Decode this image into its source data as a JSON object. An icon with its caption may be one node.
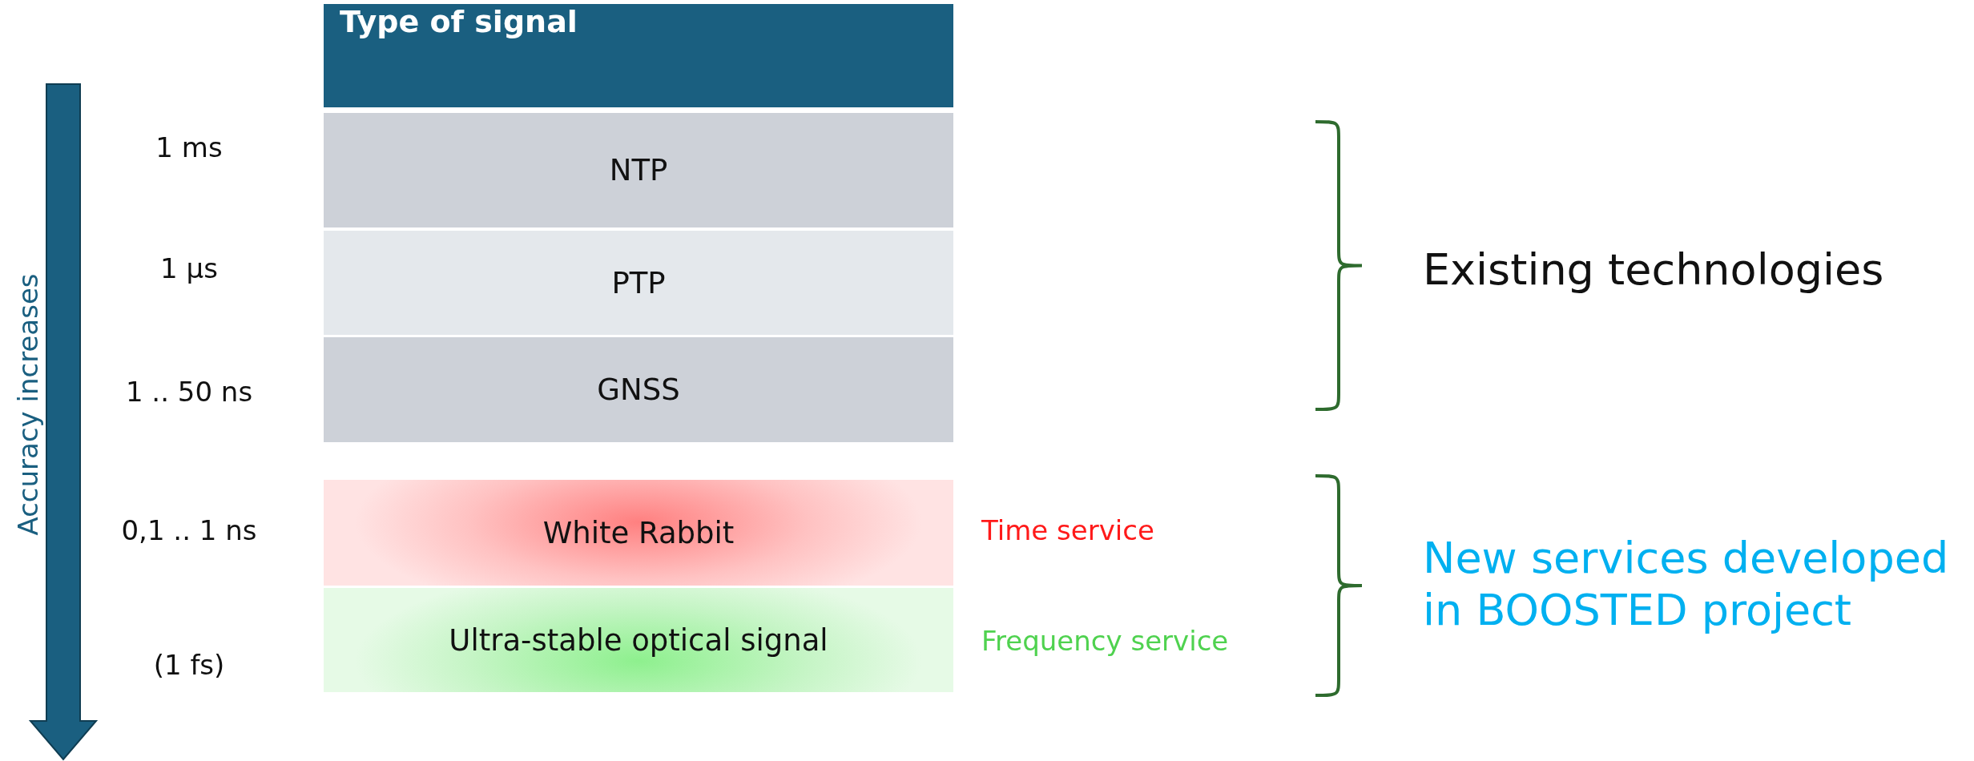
{
  "diagram": {
    "nodes": [
      {
        "text": [
          "Type of signal"
        ]
      },
      {
        "text": [
          "NTP"
        ],
        "beside": [
          "1 ms"
        ]
      },
      {
        "text": [
          "PTP"
        ],
        "beside": [
          "1 µs"
        ]
      },
      {
        "text": [
          "GNSS"
        ],
        "beside": [
          "1 .. 50 ns"
        ]
      },
      {
        "text": [
          "White Rabbit"
        ],
        "beside": [
          "0,1 .. 1 ns",
          "Time service"
        ]
      },
      {
        "text": [
          "Ultra-stable optical signal"
        ],
        "beside": [
          "(1 fs)",
          "Frequency service"
        ]
      }
    ],
    "labels": [
      "Accuracy increases",
      "Existing technologies",
      "New services developed in BOOSTED project"
    ]
  }
}
